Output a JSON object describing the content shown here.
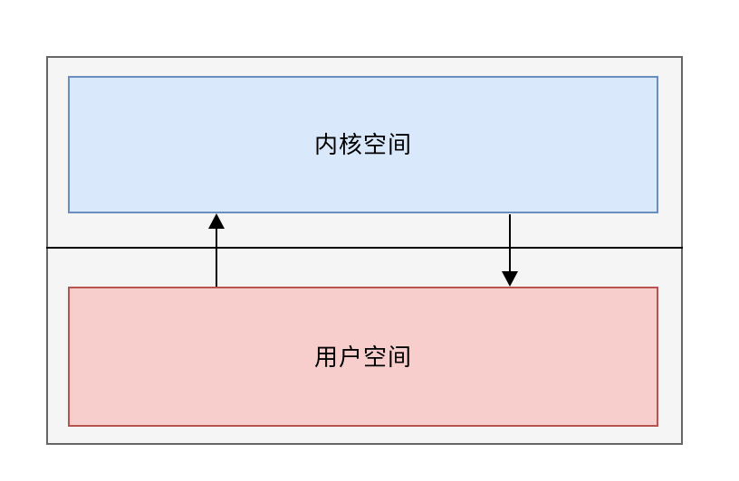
{
  "diagram": {
    "kernel_box": {
      "label": "内核空间",
      "fill": "#dae8fc",
      "border_color": "#6c8ebf"
    },
    "user_box": {
      "label": "用户空间",
      "fill": "#f8cecc",
      "border_color": "#b85450"
    },
    "boundary": {
      "fill": "#f5f5f5",
      "border_color": "#666666"
    },
    "divider": {
      "color": "#000000"
    },
    "arrows": [
      {
        "name": "user-to-kernel",
        "direction": "up",
        "color": "#000000"
      },
      {
        "name": "kernel-to-user",
        "direction": "down",
        "color": "#000000"
      }
    ],
    "text_color": "#000000",
    "background_color": "#ffffff"
  }
}
